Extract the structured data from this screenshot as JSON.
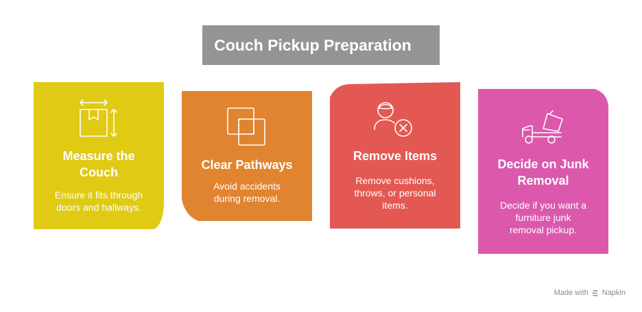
{
  "title": "Couch Pickup Preparation",
  "colors": {
    "title_bg": "#949494",
    "card_1": "#e0ca14",
    "card_2": "#e08430",
    "card_3": "#e35853",
    "card_4": "#dc58ad",
    "text": "#ffffff",
    "footer_text": "#8a8a8a"
  },
  "steps": [
    {
      "title_line1": "Measure the",
      "title_line2": "Couch",
      "desc_line1": "Ensure it fits through",
      "desc_line2": "doors and hallways.",
      "icon": "box-dimensions-icon"
    },
    {
      "title_line1": "Clear Pathways",
      "desc_line1": "Avoid accidents",
      "desc_line2": "during removal.",
      "icon": "overlapping-squares-icon"
    },
    {
      "title_line1": "Remove Items",
      "desc_line1": "Remove cushions,",
      "desc_line2": "throws, or personal",
      "desc_line3": "items.",
      "icon": "person-remove-icon"
    },
    {
      "title_line1": "Decide on Junk",
      "title_line2": "Removal",
      "desc_line1": "Decide if you want a",
      "desc_line2": "furniture junk",
      "desc_line3": "removal pickup.",
      "icon": "dump-truck-icon"
    }
  ],
  "footer": {
    "made_with": "Made with",
    "brand": "Napkin",
    "icon": "napkin-logo-icon"
  }
}
